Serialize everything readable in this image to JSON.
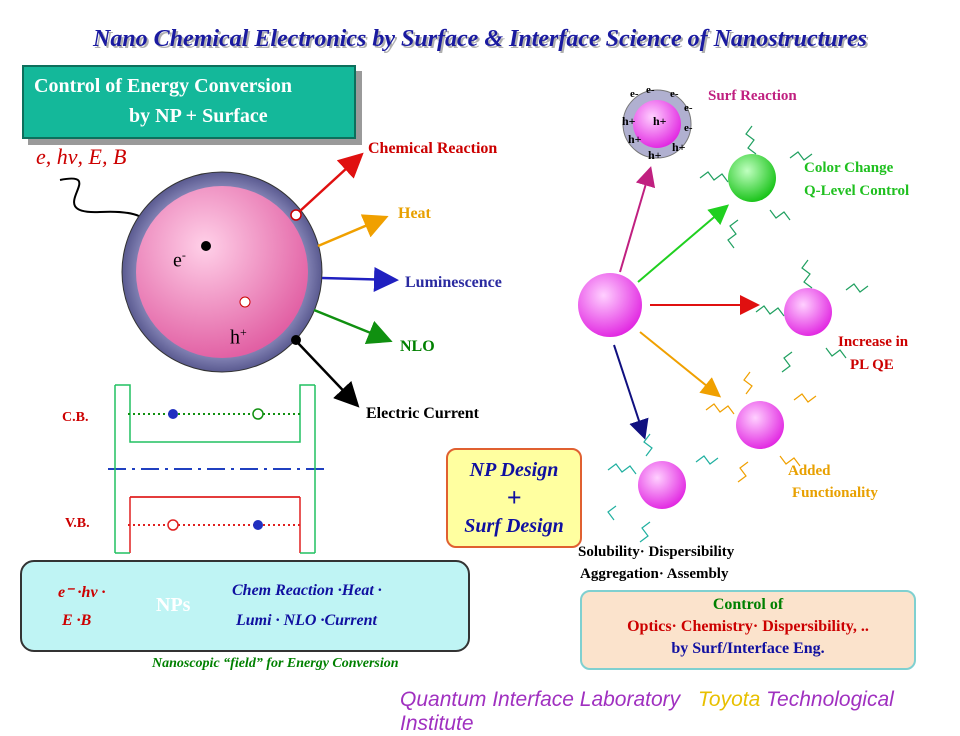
{
  "title": "Nano Chemical Electronics by Surface & Interface Science of Nanostructures",
  "control_box": {
    "line1": "Control of Energy Conversion",
    "line2": "by NP + Surface"
  },
  "inputs_label": "e, hν, E, B",
  "particle": {
    "electron": "e",
    "electron_sup": "-",
    "hole": "h",
    "hole_sup": "+"
  },
  "outputs": {
    "chemical_reaction": "Chemical Reaction",
    "heat": "Heat",
    "luminescence": "Luminescence",
    "nlo": "NLO",
    "electric_current": "Electric Current"
  },
  "bands": {
    "cb": "C.B.",
    "vb": "V.B."
  },
  "np_design": {
    "line1": "NP Design",
    "line2": "+",
    "line3": "Surf Design"
  },
  "energy_box": {
    "left1": "e⁻ ·hν ·",
    "left2": "E ·B",
    "arrow_label": "NPs",
    "right1": "Chem Reaction ·Heat ·",
    "right2": "Lumi · NLO ·Current"
  },
  "nanoscopic_caption": "Nanoscopic “field” for Energy Conversion",
  "right_labels": {
    "surf_reaction": "Surf Reaction",
    "color_change": "Color Change",
    "q_level": "Q-Level Control",
    "increase_in": "Increase in",
    "pl_qe": "PL QE",
    "added": "Added",
    "functionality": "Functionality",
    "solubility": "Solubility· Dispersibility",
    "aggregation": "Aggregation· Assembly"
  },
  "charges": {
    "e": "e-",
    "h": "h+"
  },
  "control_of": {
    "line1": "Control of",
    "line2": "Optics· Chemistry· Dispersibility, ..",
    "line3": "by Surf/Interface Eng."
  },
  "footer": {
    "lab": "Quantum Interface Laboratory",
    "institute_a": "Toyota",
    "institute_b": "Technological Institute"
  },
  "colors": {
    "title": "#1a1aa0",
    "teal": "#14b89a",
    "red": "#cc0000",
    "orange": "#e8a000",
    "blue": "#2a2aa0",
    "green": "#008000",
    "magenta": "#c02080"
  }
}
